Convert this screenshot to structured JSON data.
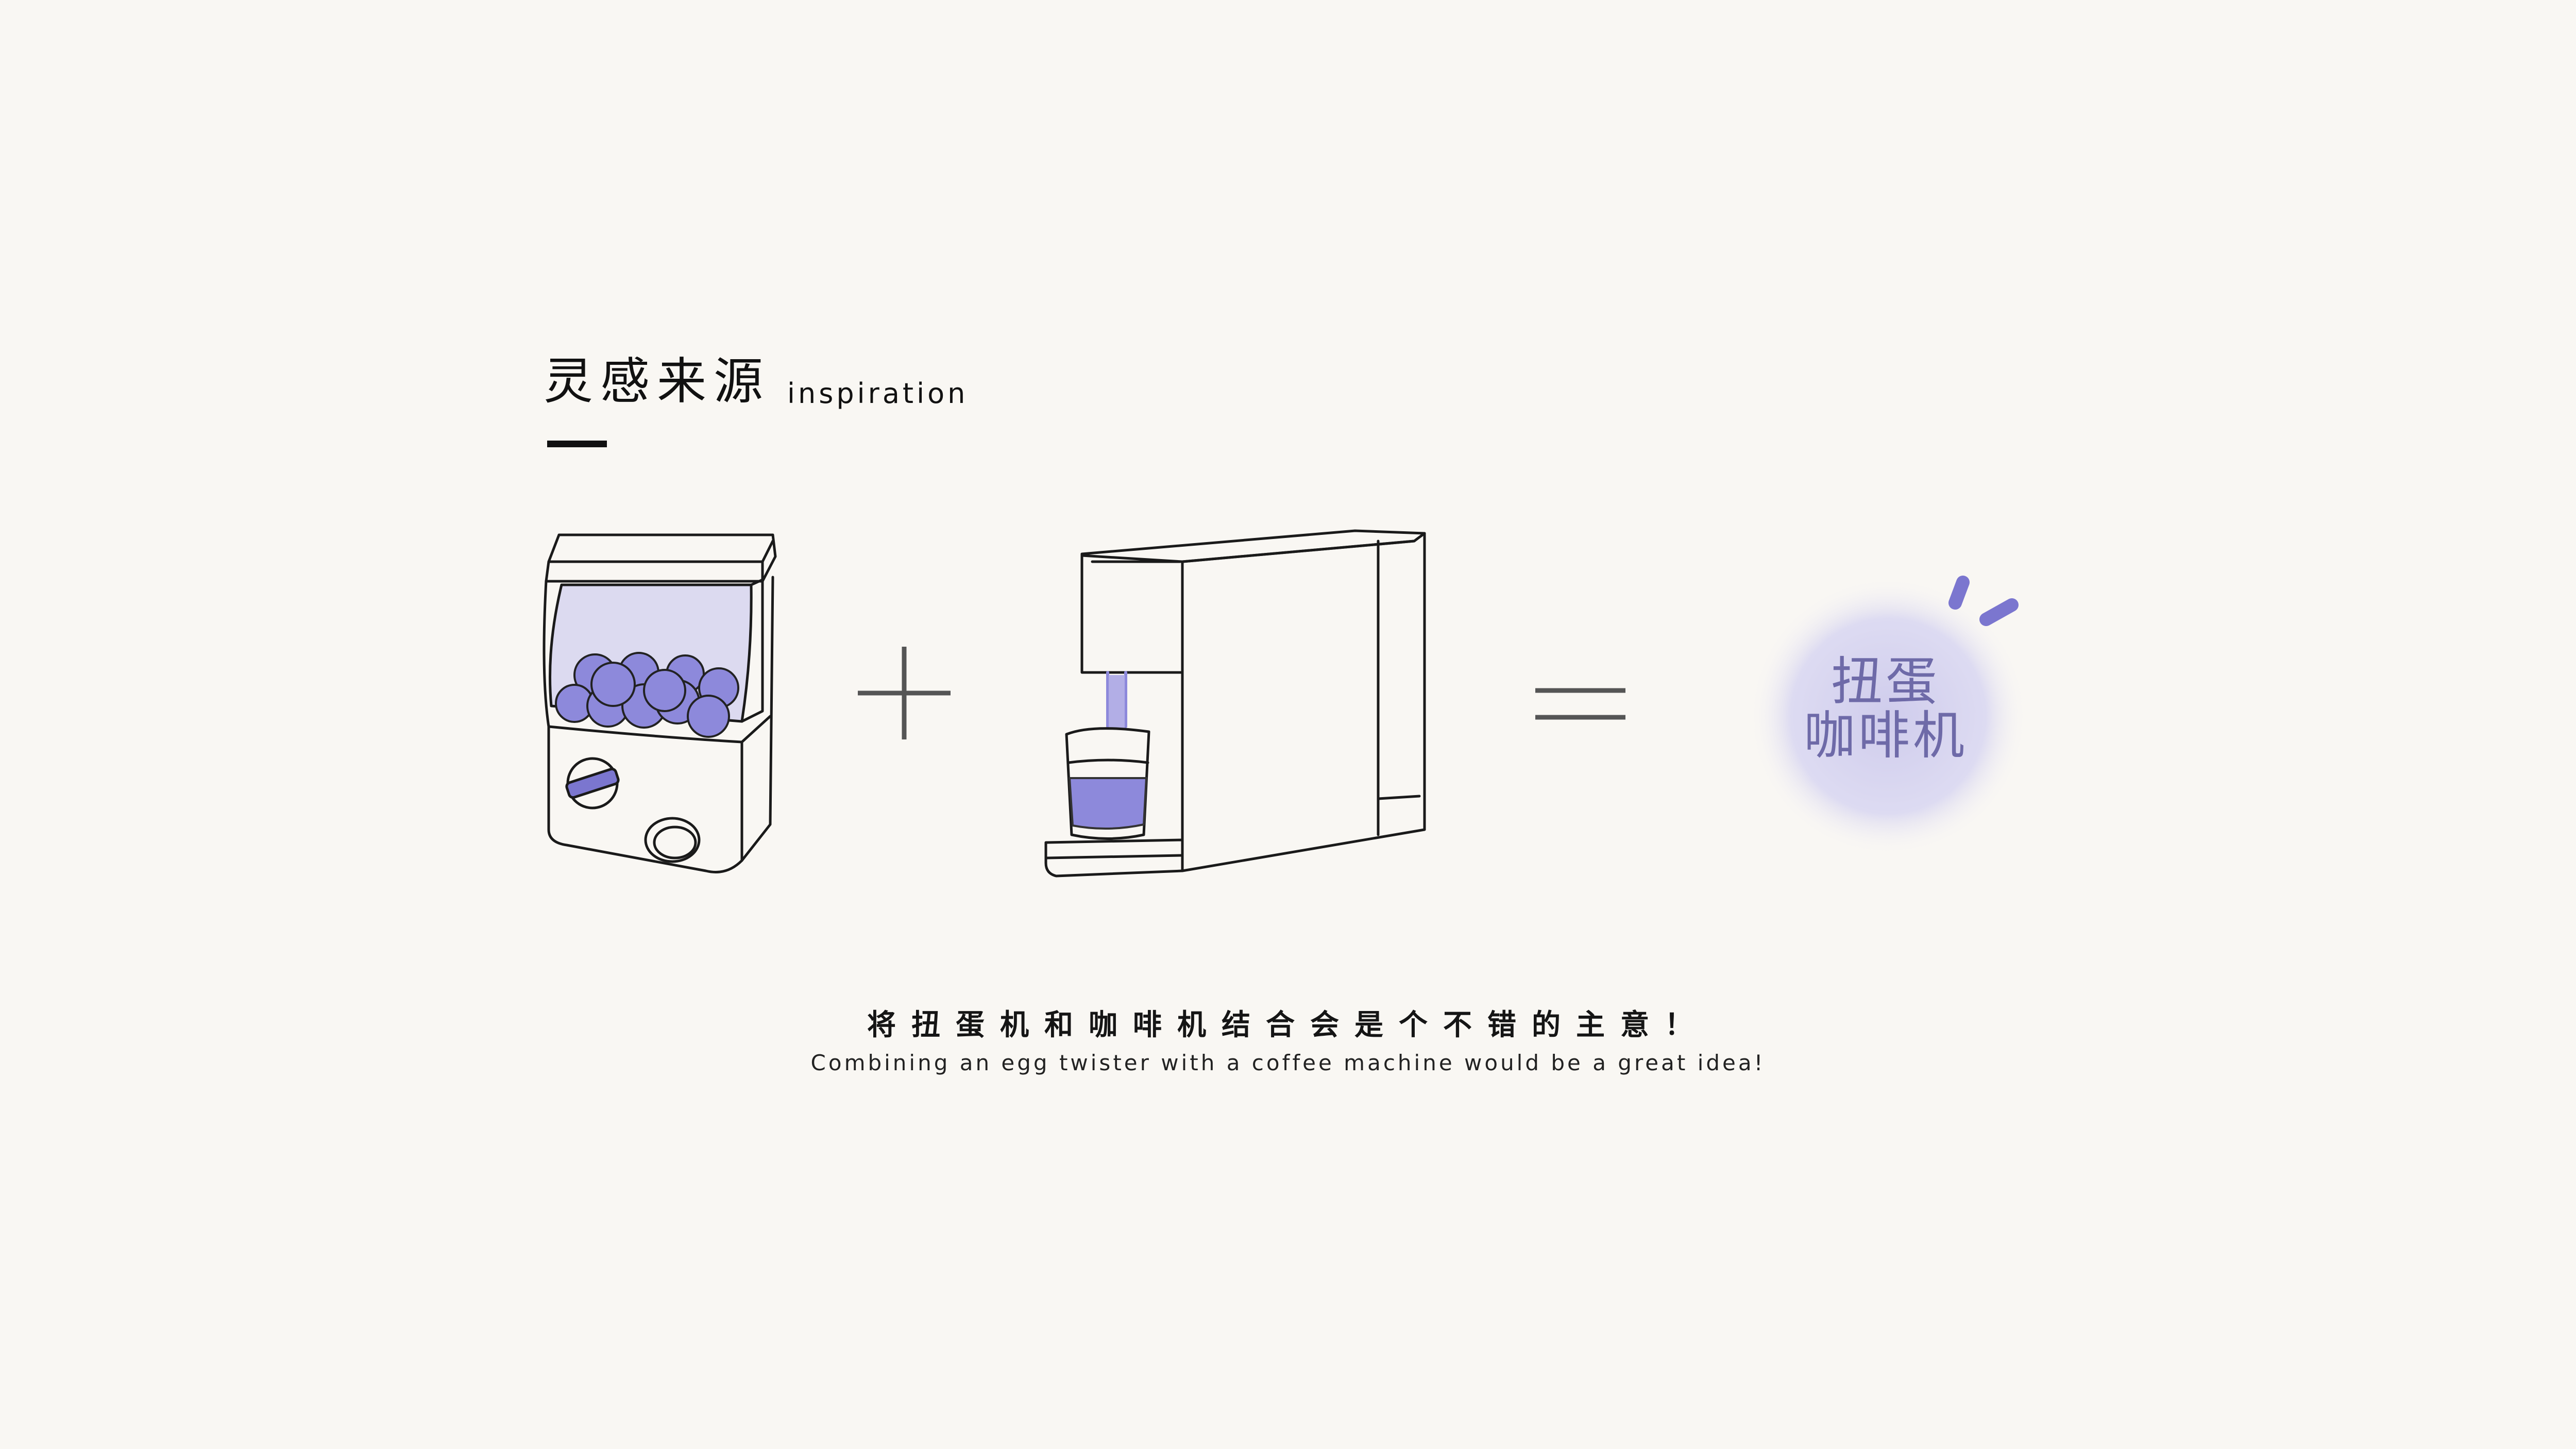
{
  "header": {
    "title_cn": "灵感来源",
    "title_en": "inspiration"
  },
  "illustrations": {
    "left_icon": "gacha-machine-icon",
    "right_icon": "coffee-machine-icon",
    "plus_symbol": "plus-icon",
    "equals_symbol": "equals-icon"
  },
  "result": {
    "line1": "扭蛋",
    "line2": "咖啡机"
  },
  "caption": {
    "cn": "将扭蛋机和咖啡机结合会是个不错的主意！",
    "en": "Combining an egg twister with a coffee machine would be a great idea!"
  },
  "colors": {
    "background": "#f9f7f3",
    "accent_purple": "#7b76cf",
    "capsule_fill": "#8d89db",
    "glass_tint": "#dcdaf0",
    "result_text": "#6e6aa8",
    "ink": "#111111"
  }
}
